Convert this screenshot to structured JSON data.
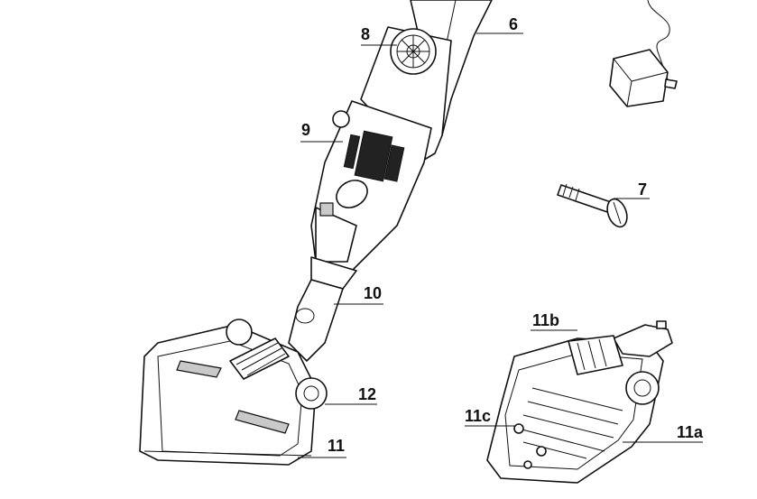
{
  "callouts": {
    "l8": "8",
    "l6": "6",
    "l9": "9",
    "l7": "7",
    "l10": "10",
    "l11b": "11b",
    "l12": "12",
    "l11c": "11c",
    "l11": "11",
    "l11a": "11a"
  }
}
